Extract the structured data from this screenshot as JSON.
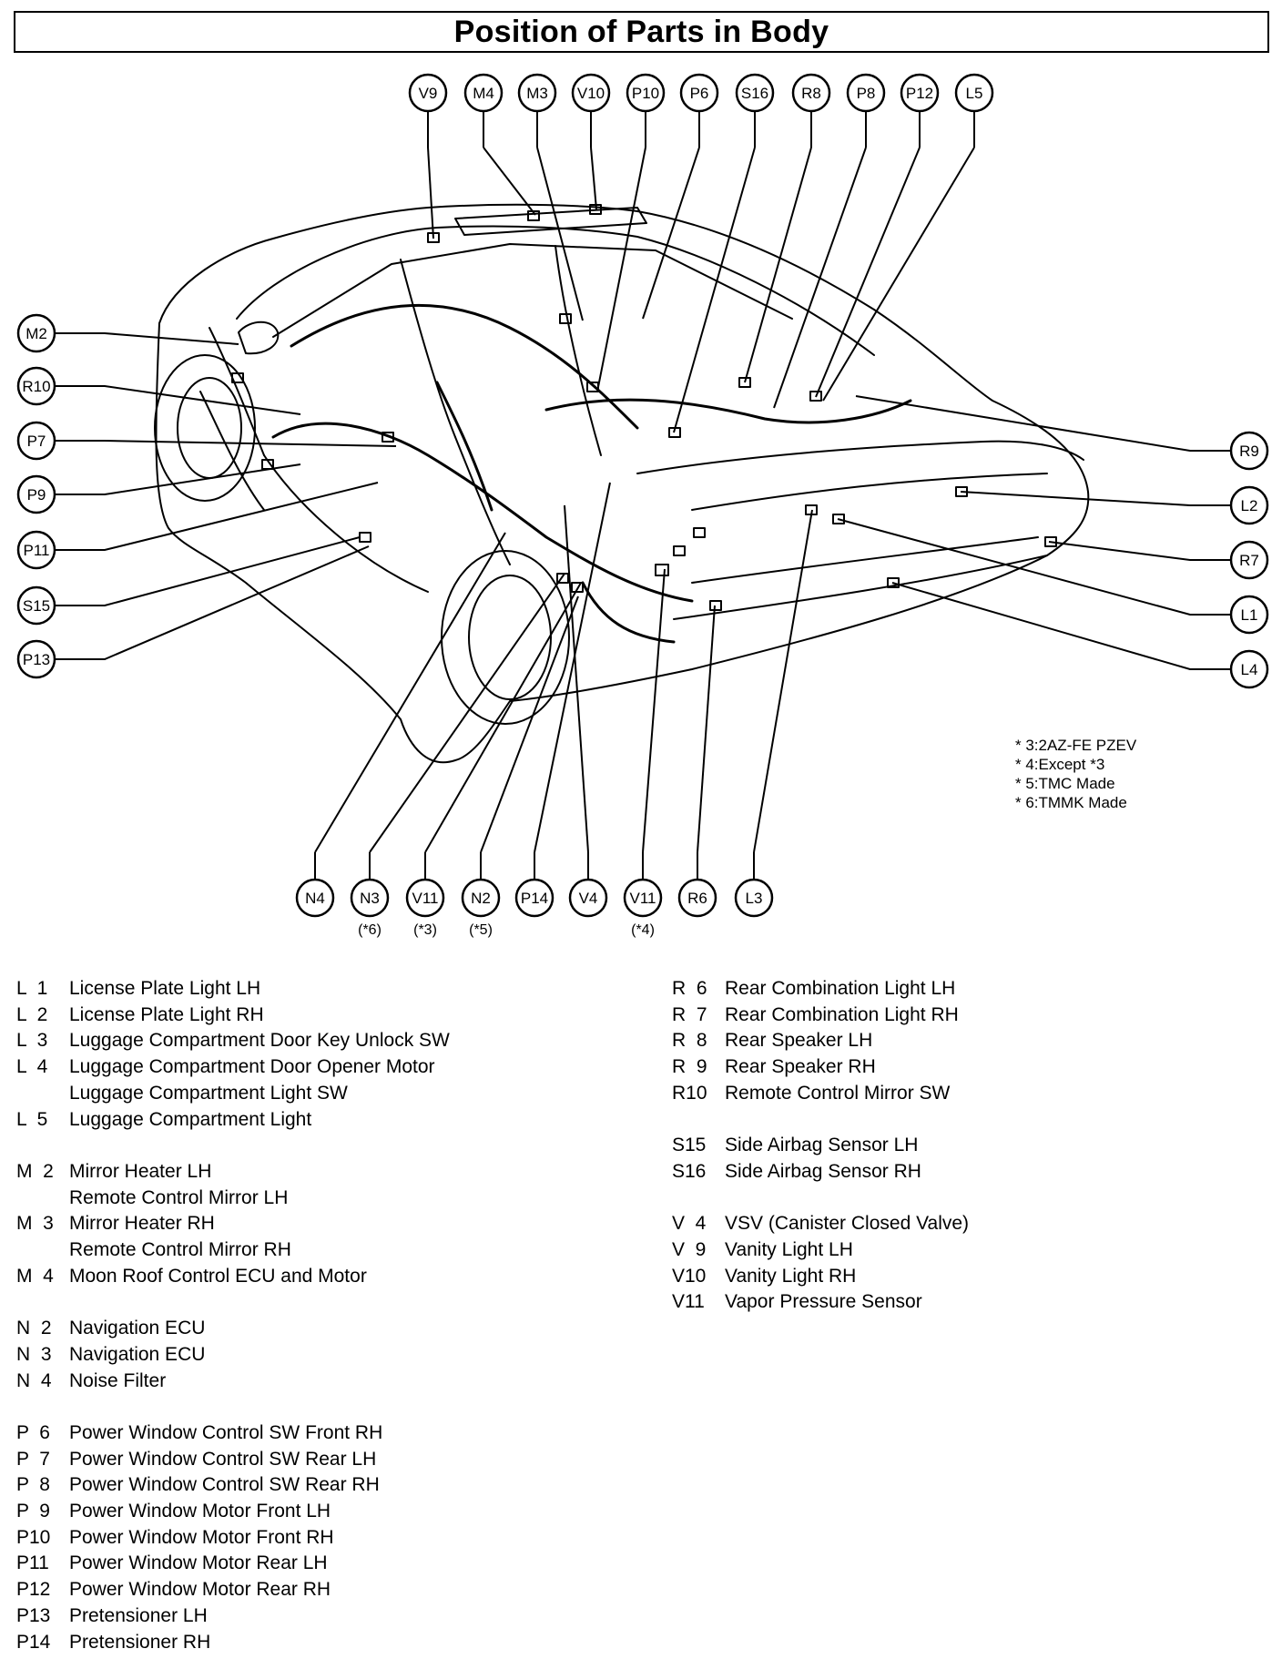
{
  "title": "Position of Parts in Body",
  "callouts_top": [
    "V9",
    "M4",
    "M3",
    "V10",
    "P10",
    "P6",
    "S16",
    "R8",
    "P8",
    "P12",
    "L5"
  ],
  "callouts_left": [
    "M2",
    "R10",
    "P7",
    "P9",
    "P11",
    "S15",
    "P13"
  ],
  "callouts_right": [
    "R9",
    "L2",
    "R7",
    "L1",
    "L4"
  ],
  "callouts_bottom": [
    {
      "label": "N4",
      "note": ""
    },
    {
      "label": "N3",
      "note": "(*6)"
    },
    {
      "label": "V11",
      "note": "(*3)"
    },
    {
      "label": "N2",
      "note": "(*5)"
    },
    {
      "label": "P14",
      "note": ""
    },
    {
      "label": "V4",
      "note": ""
    },
    {
      "label": "V11",
      "note": "(*4)"
    },
    {
      "label": "R6",
      "note": ""
    },
    {
      "label": "L3",
      "note": ""
    }
  ],
  "notes": [
    "* 3:2AZ-FE PZEV",
    "* 4:Except *3",
    "* 5:TMC Made",
    "* 6:TMMK Made"
  ],
  "legend_left": [
    {
      "code": "L  1",
      "text": "License Plate Light LH"
    },
    {
      "code": "L  2",
      "text": "License Plate Light RH"
    },
    {
      "code": "L  3",
      "text": "Luggage Compartment Door Key Unlock SW"
    },
    {
      "code": "L  4",
      "text": "Luggage Compartment Door Opener Motor"
    },
    {
      "code": "",
      "text": "Luggage Compartment Light SW"
    },
    {
      "code": "L  5",
      "text": "Luggage Compartment Light"
    },
    {
      "gap": true
    },
    {
      "code": "M  2",
      "text": "Mirror Heater LH"
    },
    {
      "code": "",
      "text": "Remote Control Mirror LH"
    },
    {
      "code": "M  3",
      "text": "Mirror Heater RH"
    },
    {
      "code": "",
      "text": "Remote Control Mirror RH"
    },
    {
      "code": "M  4",
      "text": "Moon Roof Control ECU and Motor"
    },
    {
      "gap": true
    },
    {
      "code": "N  2",
      "text": "Navigation ECU"
    },
    {
      "code": "N  3",
      "text": "Navigation ECU"
    },
    {
      "code": "N  4",
      "text": "Noise Filter"
    },
    {
      "gap": true
    },
    {
      "code": "P  6",
      "text": "Power Window Control SW Front RH"
    },
    {
      "code": "P  7",
      "text": "Power Window Control SW Rear LH"
    },
    {
      "code": "P  8",
      "text": "Power Window Control SW Rear RH"
    },
    {
      "code": "P  9",
      "text": "Power Window Motor Front LH"
    },
    {
      "code": "P10",
      "text": "Power Window Motor Front RH"
    },
    {
      "code": "P11",
      "text": "Power Window Motor Rear LH"
    },
    {
      "code": "P12",
      "text": "Power Window Motor Rear RH"
    },
    {
      "code": "P13",
      "text": "Pretensioner LH"
    },
    {
      "code": "P14",
      "text": "Pretensioner RH"
    }
  ],
  "legend_right": [
    {
      "code": "R  6",
      "text": "Rear Combination Light LH"
    },
    {
      "code": "R  7",
      "text": "Rear Combination Light RH"
    },
    {
      "code": "R  8",
      "text": "Rear Speaker LH"
    },
    {
      "code": "R  9",
      "text": "Rear Speaker RH"
    },
    {
      "code": "R10",
      "text": "Remote Control Mirror SW"
    },
    {
      "gap": true
    },
    {
      "code": "S15",
      "text": "Side Airbag Sensor LH"
    },
    {
      "code": "S16",
      "text": "Side Airbag Sensor RH"
    },
    {
      "gap": true
    },
    {
      "code": "V  4",
      "text": "VSV (Canister Closed Valve)"
    },
    {
      "code": "V  9",
      "text": "Vanity Light LH"
    },
    {
      "code": "V10",
      "text": "Vanity Light RH"
    },
    {
      "code": "V11",
      "text": "Vapor Pressure Sensor"
    }
  ]
}
